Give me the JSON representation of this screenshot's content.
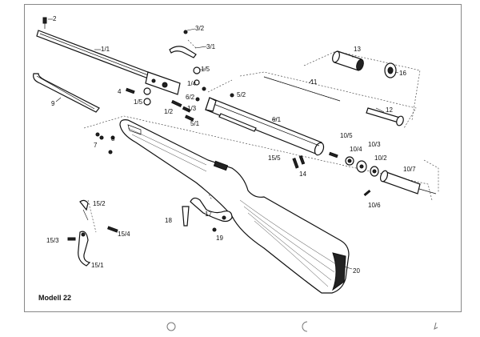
{
  "caption": "Modell 22",
  "labels": {
    "p2": "2",
    "p1_1": "1/1",
    "p3_2": "3/2",
    "p3_1": "3/1",
    "p1_5a": "1/5",
    "p1_4": "1/4",
    "p4": "4",
    "p1_5b": "1/5",
    "p6_2": "6/2",
    "p5_2": "5/2",
    "p1_2": "1/2",
    "p1_3": "1/3",
    "p5_1": "5/1",
    "p9": "9",
    "p11": "11",
    "p13": "13",
    "p16": "16",
    "p12": "12",
    "p6_1": "6/1",
    "p10_5": "10/5",
    "p10_3": "10/3",
    "p10_4": "10/4",
    "p10_2": "10/2",
    "p10_7": "10/7",
    "p10_6": "10/6",
    "p15_5": "15/5",
    "p14": "14",
    "p7": "7",
    "p8": "8",
    "p15_2": "15/2",
    "p15_3": "15/3",
    "p15_4": "15/4",
    "p15_1": "15/1",
    "p18": "18",
    "p17": "17",
    "p19": "19",
    "p20": "20"
  }
}
